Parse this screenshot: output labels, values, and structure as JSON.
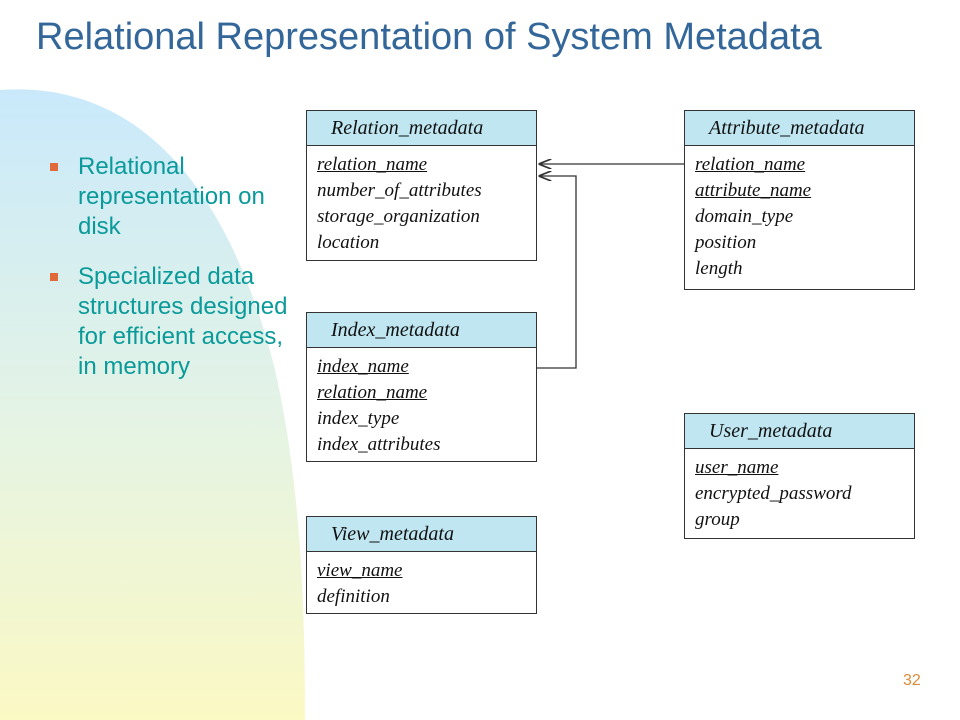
{
  "title": "Relational Representation of System Metadata",
  "bullets": [
    "Relational representation on disk",
    "Specialized data structures designed for efficient access, in memory"
  ],
  "entities": {
    "relation": {
      "name": "Relation_metadata",
      "attrs": [
        "relation_name",
        "number_of_attributes",
        "storage_organization",
        "location"
      ]
    },
    "attribute": {
      "name": "Attribute_metadata",
      "attrs": [
        "relation_name",
        "attribute_name",
        "domain_type",
        "position",
        "length"
      ]
    },
    "index": {
      "name": "Index_metadata",
      "attrs": [
        "index_name",
        "relation_name",
        "index_type",
        "index_attributes"
      ]
    },
    "user": {
      "name": "User_metadata",
      "attrs": [
        "user_name",
        "encrypted_password",
        "group"
      ]
    },
    "view": {
      "name": "View_metadata",
      "attrs": [
        "view_name",
        "definition"
      ]
    }
  },
  "page_number": "32",
  "colors": {
    "title": "#336699",
    "bullet_text": "#0b9a9a",
    "bullet_mark": "#e06a3a",
    "header_fill": "#bfe6f1",
    "page_number": "#e08a3a"
  }
}
